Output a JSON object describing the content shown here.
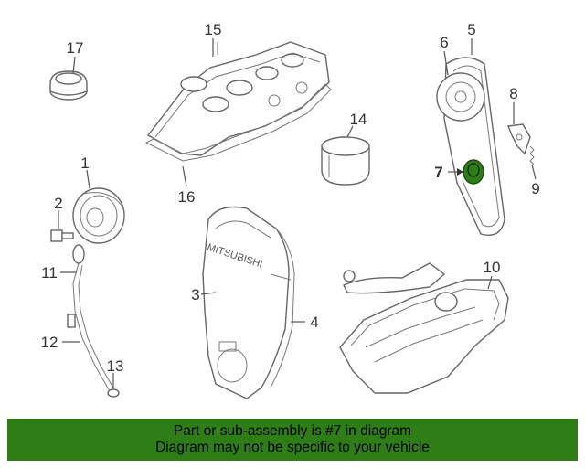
{
  "callouts": {
    "n1": "1",
    "n2": "2",
    "n3": "3",
    "n4": "4",
    "n5": "5",
    "n6": "6",
    "n7": "7",
    "n8": "8",
    "n9": "9",
    "n10": "10",
    "n11": "11",
    "n12": "12",
    "n13": "13",
    "n14": "14",
    "n15": "15",
    "n16": "16",
    "n17": "17"
  },
  "highlighted_part": "7",
  "cover_text": "MITSUBISHI",
  "banner": {
    "line1": "Part or sub-assembly is #7 in diagram",
    "line2": "Diagram may not be specific to your vehicle"
  },
  "colors": {
    "banner_bg": "#2e7d16",
    "highlight": "#2e7d16",
    "line_art": "#666666"
  }
}
